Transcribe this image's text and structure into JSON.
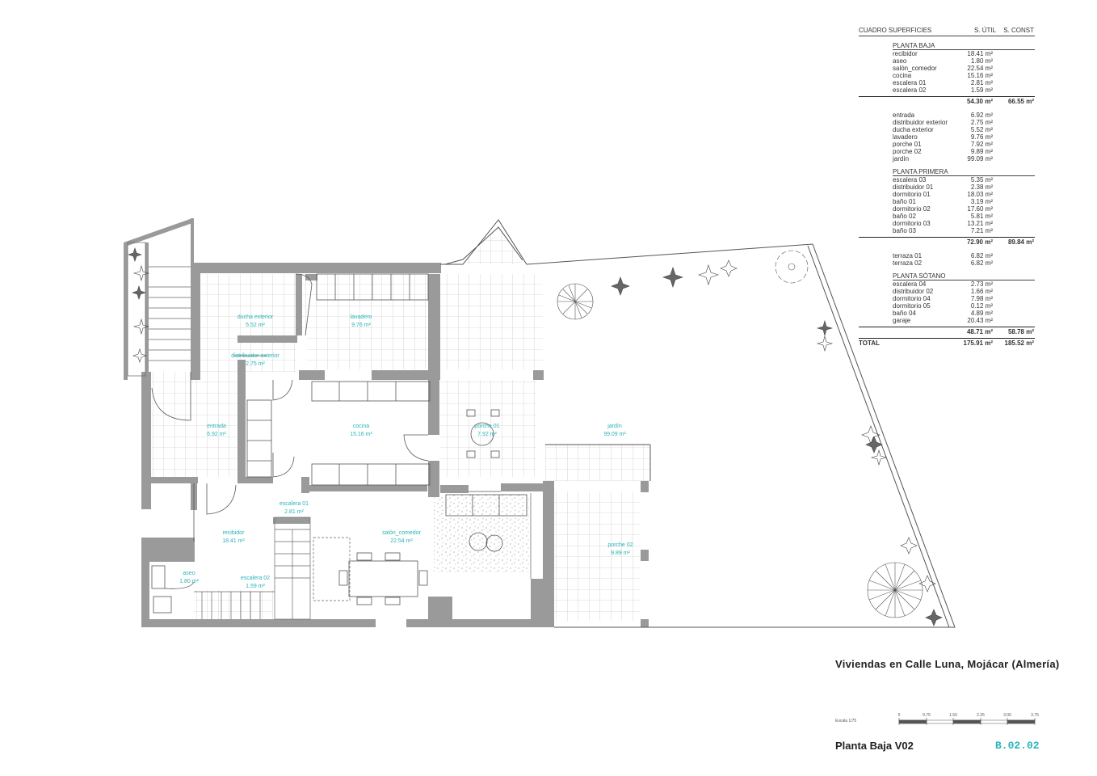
{
  "table": {
    "header": "CUADRO SUPERFICIES",
    "col_util": "S. ÚTIL",
    "col_const": "S. CONST",
    "sections": [
      {
        "title": "PLANTA BAJA",
        "rows": [
          [
            "recibidor",
            "18.41 m²"
          ],
          [
            "aseo",
            "1.80 m²"
          ],
          [
            "salón_comedor",
            "22.54 m²"
          ],
          [
            "cocina",
            "15.16 m²"
          ],
          [
            "escalera 01",
            "2.81 m²"
          ],
          [
            "escalera 02",
            "1.59 m²"
          ]
        ],
        "subtotal_util": "54.30 m²",
        "subtotal_const": "66.55 m²"
      },
      {
        "title": "",
        "rows": [
          [
            "entrada",
            "6.92 m²"
          ],
          [
            "distribuidor exterior",
            "2.75 m²"
          ],
          [
            "ducha exterior",
            "5.52 m²"
          ],
          [
            "lavadero",
            "9.76 m²"
          ],
          [
            "porche 01",
            "7.92 m²"
          ],
          [
            "porche 02",
            "9.89 m²"
          ],
          [
            "jardín",
            "99.09 m²"
          ]
        ]
      },
      {
        "title": "PLANTA PRIMERA",
        "rows": [
          [
            "escalera 03",
            "5.35 m²"
          ],
          [
            "distribuidor 01",
            "2.38 m²"
          ],
          [
            "dormitorio 01",
            "18.03 m²"
          ],
          [
            "baño 01",
            "3.19 m²"
          ],
          [
            "dormitorio 02",
            "17.60 m²"
          ],
          [
            "baño 02",
            "5.81 m²"
          ],
          [
            "dormitorio 03",
            "13.21 m²"
          ],
          [
            "baño 03",
            "7.21 m²"
          ]
        ],
        "subtotal_util": "72.90 m²",
        "subtotal_const": "89.84 m²"
      },
      {
        "title": "",
        "rows": [
          [
            "terraza 01",
            "6.82 m²"
          ],
          [
            "terraza 02",
            "6.82 m²"
          ]
        ]
      },
      {
        "title": "PLANTA SÓTANO",
        "rows": [
          [
            "escalera 04",
            "2.73 m²"
          ],
          [
            "distribuidor 02",
            "1.66 m²"
          ],
          [
            "dormitorio 04",
            "7.98 m²"
          ],
          [
            "dormitorio 05",
            "0.12 m²"
          ],
          [
            "baño 04",
            "4.89 m²"
          ],
          [
            "garaje",
            "20.43 m²"
          ]
        ],
        "subtotal_util": "48.71 m²",
        "subtotal_const": "58.78 m²"
      }
    ],
    "total_label": "TOTAL",
    "total_util": "175.91 m²",
    "total_const": "185.52 m²"
  },
  "rooms": {
    "ducha": [
      "ducha exterior",
      "5.52 m²"
    ],
    "lavadero": [
      "lavadero",
      "9.76 m²"
    ],
    "distribuidor": [
      "distribuidor exterior",
      "2.75 m²"
    ],
    "entrada": [
      "entrada",
      "6.92 m²"
    ],
    "cocina": [
      "cocina",
      "15.16 m²"
    ],
    "porche1": [
      "porche 01",
      "7.92 m²"
    ],
    "jardin": [
      "jardín",
      "99.09 m²"
    ],
    "escalera1": [
      "escalera 01",
      "2.81 m²"
    ],
    "recibidor": [
      "recibidor",
      "18.41 m²"
    ],
    "salon": [
      "salón_comedor",
      "22.54 m²"
    ],
    "porche2": [
      "porche 02",
      "9.89 m²"
    ],
    "aseo": [
      "aseo",
      "1.80 m²"
    ],
    "escalera2": [
      "escalera 02",
      "1.59 m²"
    ]
  },
  "project_title": "Viviendas en Calle Luna, Mojácar (Almería)",
  "sheet_title": "Planta Baja V02",
  "sheet_code": "B.02.02",
  "scale_label": "Escala 1/75",
  "scale_ticks": [
    "0",
    "0.75",
    "1.50",
    "2.25",
    "3.00",
    "3.75"
  ],
  "colors": {
    "accent": "#2bb3b8",
    "wall": "#999999",
    "line": "#555555"
  }
}
